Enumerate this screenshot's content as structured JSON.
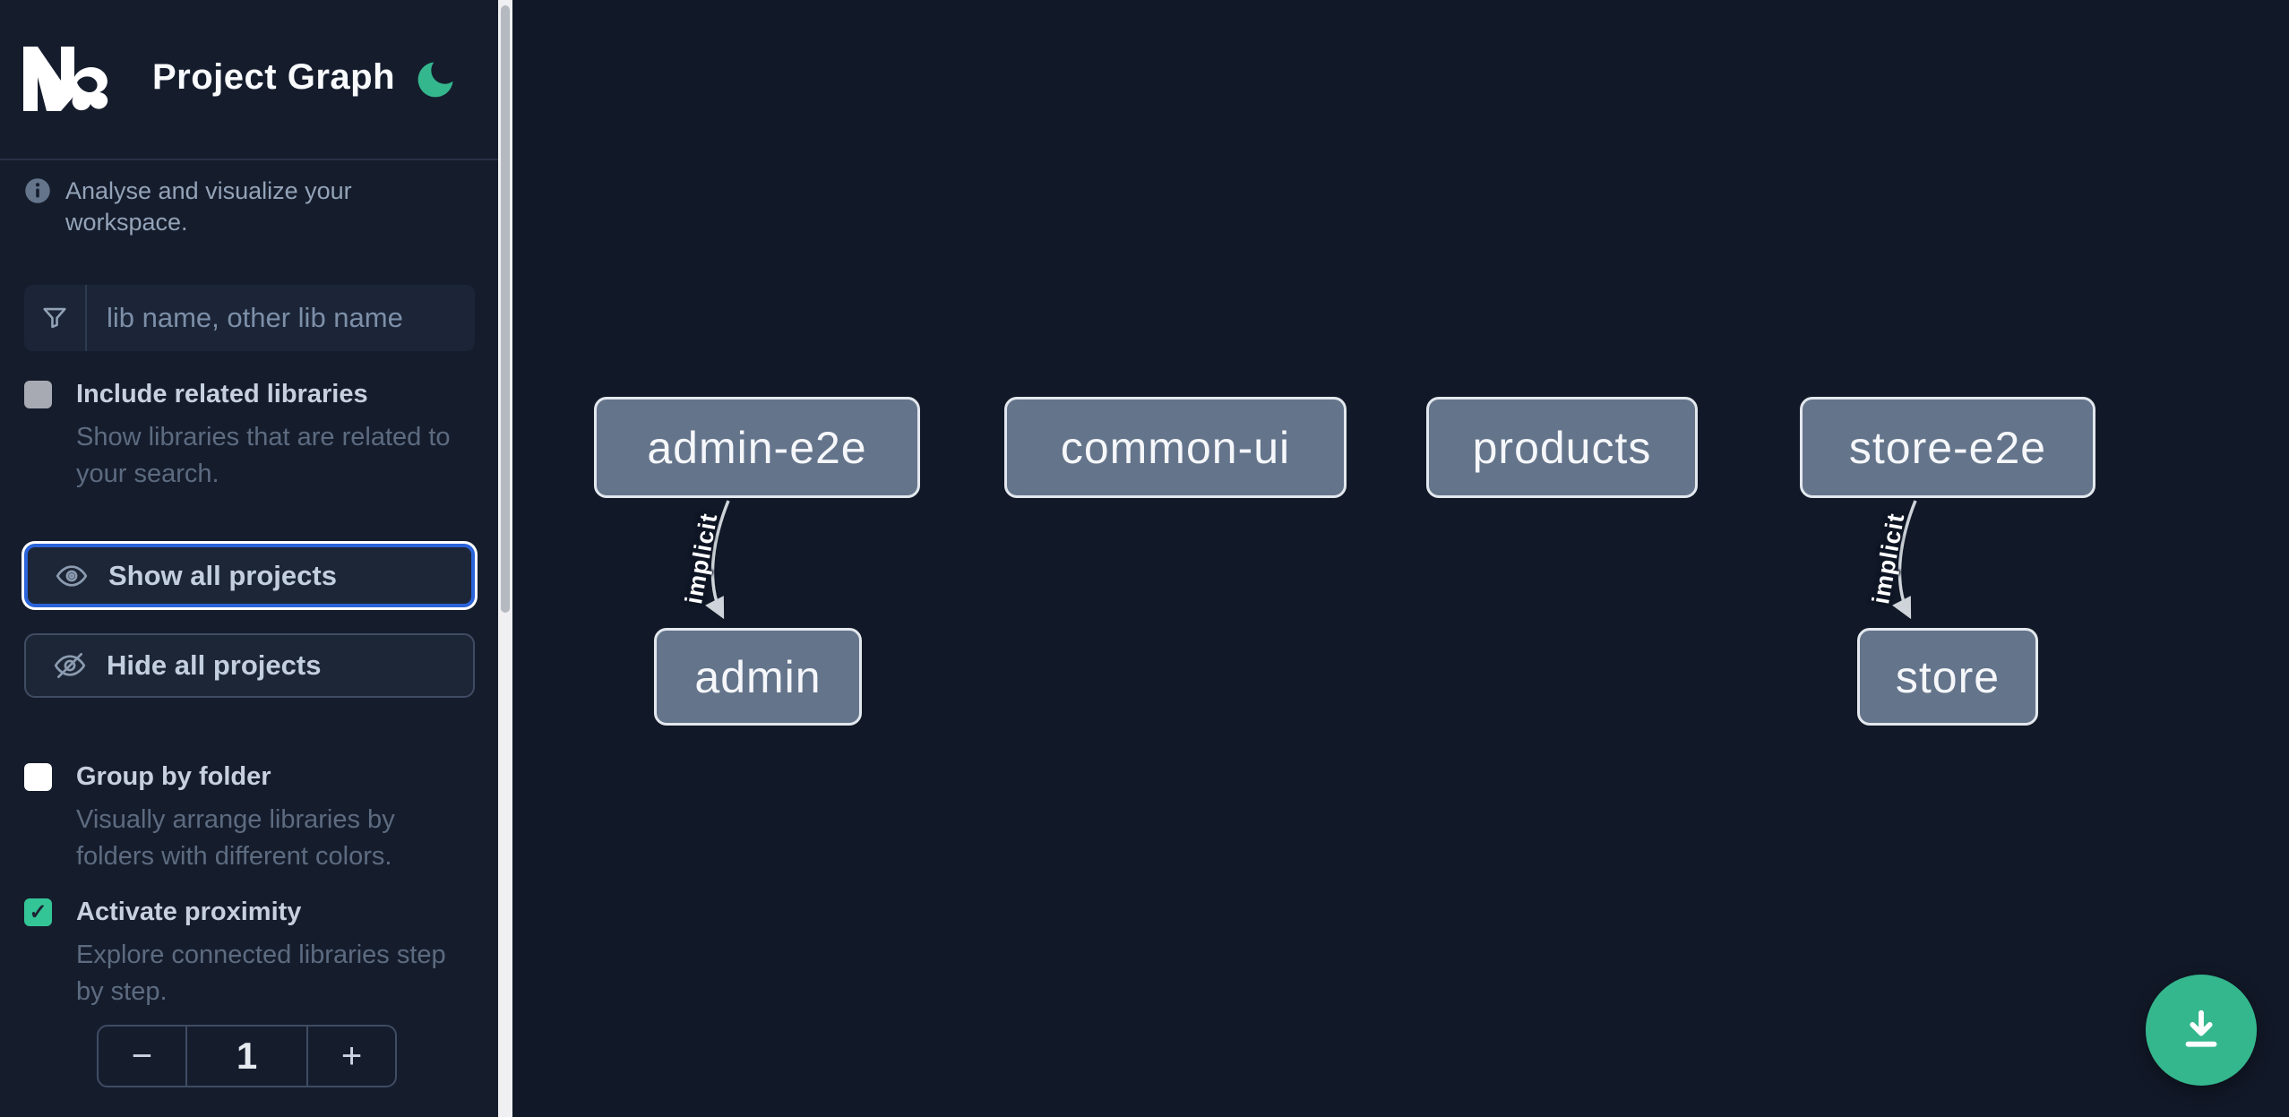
{
  "app": {
    "title": "Project Graph"
  },
  "sidebar": {
    "info_text": "Analyse and visualize your workspace.",
    "search_placeholder": "lib name, other lib name",
    "include_related": {
      "label": "Include related libraries",
      "description": "Show libraries that are related to your search.",
      "checked": false
    },
    "show_all_label": "Show all projects",
    "hide_all_label": "Hide all projects",
    "group_by_folder": {
      "label": "Group by folder",
      "description": "Visually arrange libraries by folders with different colors.",
      "checked": false
    },
    "activate_proximity": {
      "label": "Activate proximity",
      "description": "Explore connected libraries step by step.",
      "checked": true
    },
    "proximity_stepper": {
      "decrement": "−",
      "value": "1",
      "increment": "+"
    }
  },
  "graph": {
    "nodes": [
      {
        "label": "admin-e2e"
      },
      {
        "label": "common-ui"
      },
      {
        "label": "products"
      },
      {
        "label": "store-e2e"
      },
      {
        "label": "admin"
      },
      {
        "label": "store"
      }
    ],
    "edges": [
      {
        "from": "admin-e2e",
        "to": "admin",
        "label": "implicit"
      },
      {
        "from": "store-e2e",
        "to": "store",
        "label": "implicit"
      }
    ]
  },
  "icons": {
    "check": "✓"
  },
  "colors": {
    "accent_green": "#34b78d",
    "focus_blue": "#2b63d9",
    "node_fill": "#64748b",
    "node_border": "#e3e8ee",
    "sidebar_bg": "#151d2d",
    "canvas_bg": "#111827"
  }
}
